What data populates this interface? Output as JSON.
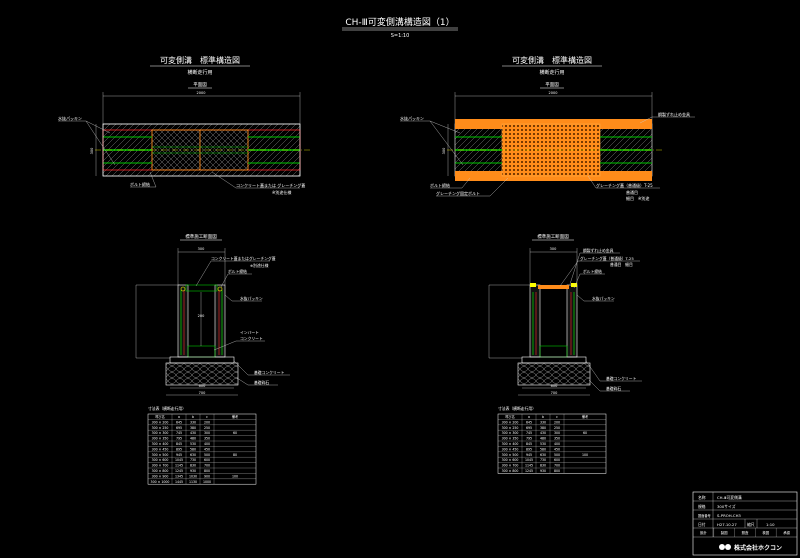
{
  "sheet": {
    "title": "CH-Ⅲ可変側溝構造図（1）",
    "scale": "S=1:10"
  },
  "left_view": {
    "title": "可変側溝　標準構造図",
    "subtitle": "横断走行用",
    "plan_label": "平面図",
    "length_dim": "2000",
    "width_dim": "300",
    "callout_top": "水抜パッキン",
    "callout_bolt": "ボルト締結",
    "callout_lid": "コンクリート蓋または グレーチング蓋",
    "callout_lid2": "※別途仕様",
    "section_label": "標準施工断面図",
    "section_top_dim": "300",
    "section_inner_dim": "200",
    "section_callout_lid": "コンクリート蓋またはグレーチング蓋",
    "section_callout_lid2": "※別途仕様",
    "section_callout_bolt": "ボルト締結",
    "section_callout_packing": "水抜パッキン",
    "section_callout_invert": "インバート",
    "section_callout_invert2": "コンクリート",
    "section_callout_base": "基礎コンクリート",
    "section_callout_gravel": "基礎砕石",
    "section_bottom_dim1": "600",
    "section_bottom_dim2": "700",
    "table": {
      "title": "寸法表（横断走行用）",
      "headers": [
        "呼び名",
        "a",
        "b",
        "c",
        "備考"
      ],
      "rows": [
        [
          "300 × 200",
          "645",
          "330",
          "200",
          ""
        ],
        [
          "300 × 250",
          "695",
          "380",
          "250",
          ""
        ],
        [
          "300 × 300",
          "745",
          "430",
          "300",
          "60"
        ],
        [
          "300 × 350",
          "795",
          "480",
          "350",
          ""
        ],
        [
          "300 × 400",
          "845",
          "530",
          "400",
          ""
        ],
        [
          "300 × 450",
          "895",
          "580",
          "450",
          ""
        ],
        [
          "300 × 500",
          "945",
          "630",
          "500",
          "80"
        ],
        [
          "300 × 600",
          "1045",
          "730",
          "600",
          ""
        ],
        [
          "300 × 700",
          "1145",
          "830",
          "700",
          ""
        ],
        [
          "300 × 800",
          "1245",
          "930",
          "800",
          ""
        ],
        [
          "300 × 900",
          "1345",
          "1030",
          "900",
          "100"
        ],
        [
          "300 × 1000",
          "1445",
          "1130",
          "1000",
          ""
        ]
      ]
    }
  },
  "right_view": {
    "title": "可変側溝　標準構造図",
    "subtitle": "横断走行用",
    "plan_label": "平面図",
    "length_dim": "2000",
    "width_dim": "300",
    "callout_top": "水抜パッキン",
    "callout_anchor": "鋼製ずれ止め金具",
    "callout_bolt": "ボルト締結",
    "callout_grating_bolt": "グレーチング固定ボルト",
    "callout_grating": "グレーチング蓋（普通級）T-25",
    "callout_grating2": "普通目",
    "callout_grating3": "細目　※別途",
    "section_label": "標準施工断面図",
    "section_top_dim": "300",
    "section_callout_anchor": "鋼製ずれ止め金具",
    "section_callout_grating": "グレーチング蓋（普通級）T-25",
    "section_callout_grating2": "普通目　細目",
    "section_callout_bolt": "ボルト締結",
    "section_callout_packing": "水抜パッキン",
    "section_callout_base": "基礎コンクリート",
    "section_callout_gravel": "基礎砕石",
    "section_bottom_dim1": "600",
    "section_bottom_dim2": "700",
    "table": {
      "title": "寸法表（横断走行用）",
      "headers": [
        "呼び名",
        "a",
        "b",
        "c",
        "備考"
      ],
      "rows": [
        [
          "300 × 200",
          "645",
          "330",
          "200",
          ""
        ],
        [
          "300 × 250",
          "695",
          "380",
          "250",
          ""
        ],
        [
          "300 × 300",
          "745",
          "430",
          "300",
          "60"
        ],
        [
          "300 × 350",
          "795",
          "480",
          "350",
          ""
        ],
        [
          "300 × 400",
          "845",
          "530",
          "400",
          ""
        ],
        [
          "300 × 450",
          "895",
          "580",
          "450",
          ""
        ],
        [
          "300 × 500",
          "945",
          "630",
          "500",
          "100"
        ],
        [
          "300 × 600",
          "1045",
          "730",
          "600",
          ""
        ],
        [
          "300 × 700",
          "1145",
          "830",
          "700",
          ""
        ],
        [
          "300 × 800",
          "1245",
          "930",
          "800",
          ""
        ]
      ]
    }
  },
  "title_block": {
    "name_label": "名称",
    "name_value": "CH-Ⅲ可変側溝",
    "spec_label": "規格",
    "spec_value": "300サイズ",
    "date_label": "日付",
    "date_value": "H27.10.27",
    "scale_label": "縮尺",
    "scale_value": "1:10",
    "ref_label": "図面番号",
    "ref_value": "S-PROH-CH3",
    "check_labels": [
      "設計",
      "製図",
      "照査",
      "検図",
      "承認"
    ],
    "company": "株式会社ホクコン"
  },
  "colors": {
    "background": "#000000",
    "line": "#ffffff",
    "red": "#ff2a2a",
    "green": "#00c800",
    "yellow": "#ffff00",
    "orange": "#ff8c1a",
    "hatch": "#7a7a7a"
  }
}
